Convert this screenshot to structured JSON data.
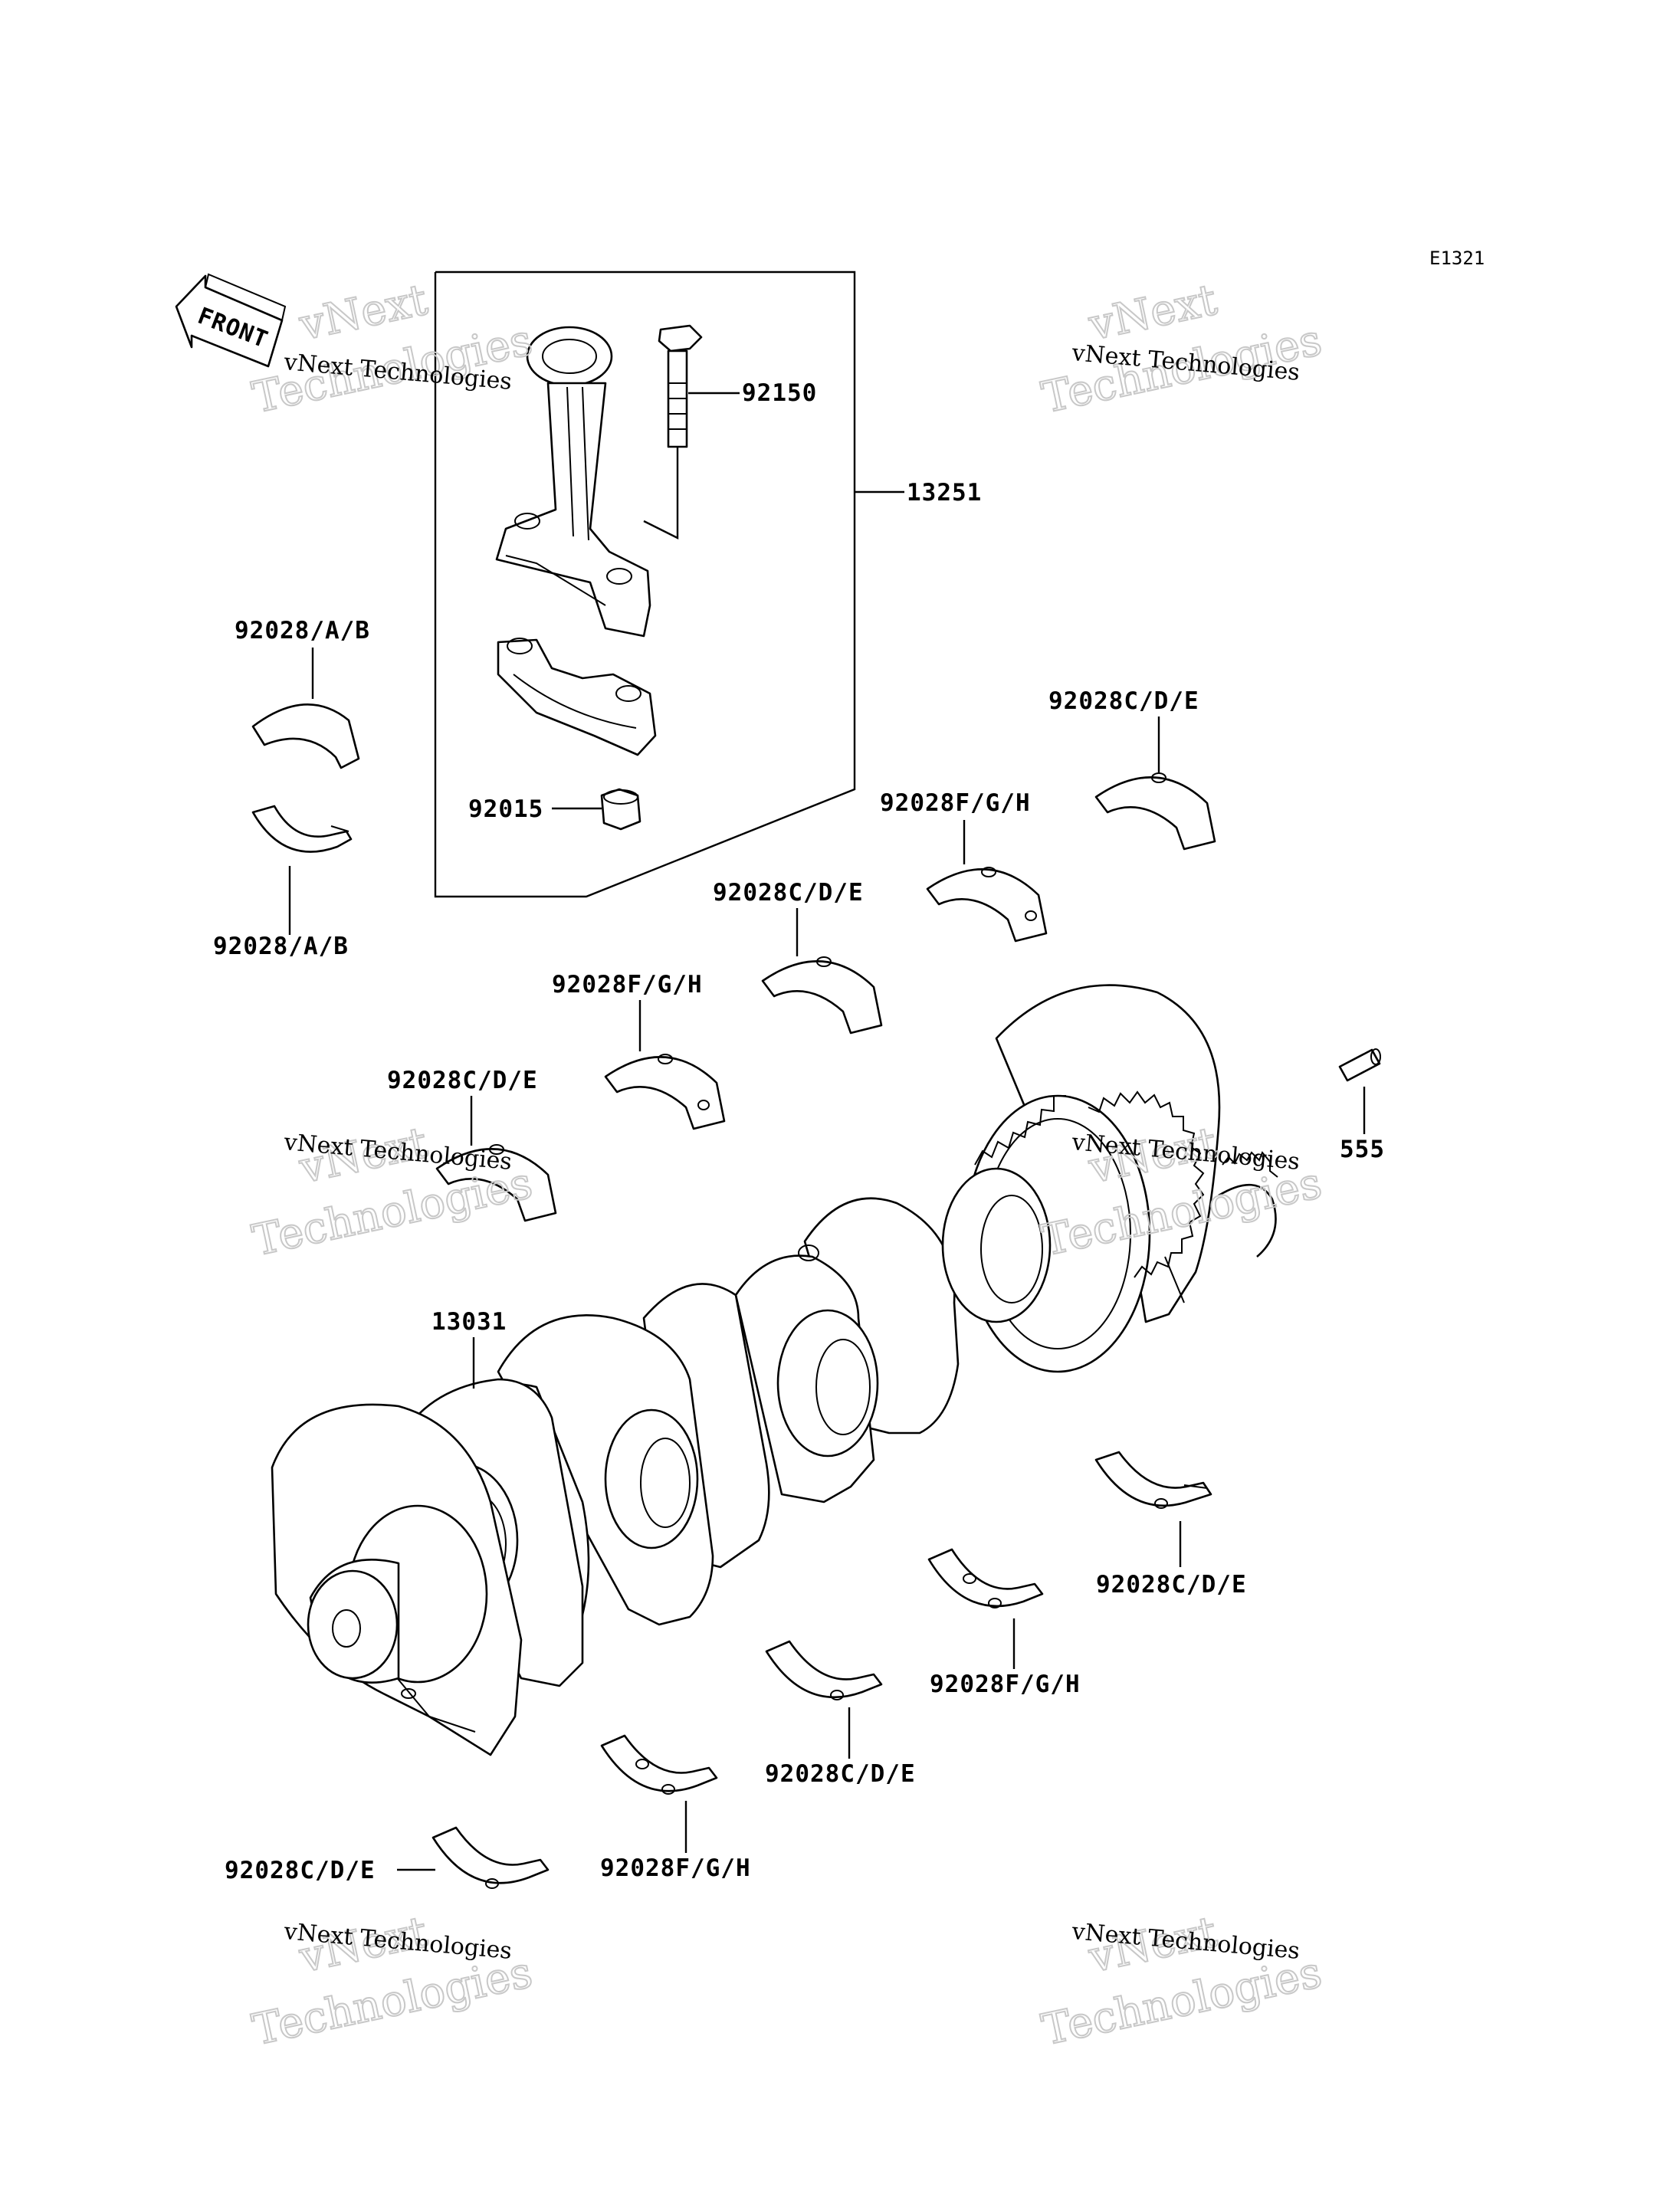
{
  "diagram": {
    "code": "E1321",
    "front_label": "FRONT",
    "watermark": {
      "line1": "vNext Technologies",
      "line2": "Technologies",
      "line3": "vNext"
    },
    "labels": {
      "connecting_rod_assy": "13251",
      "rod_bolt": "92150",
      "rod_nut": "92015",
      "crankshaft": "13031",
      "dowel_pin": "555",
      "rod_bearing_upper": "92028/A/B",
      "rod_bearing_lower": "92028/A/B",
      "main_bearing_c1": "92028C/D/E",
      "main_bearing_f1": "92028F/G/H",
      "main_bearing_c2": "92028C/D/E",
      "main_bearing_f2": "92028F/G/H",
      "main_bearing_c3": "92028C/D/E",
      "lower_bearing_c1": "92028C/D/E",
      "lower_bearing_f1": "92028F/G/H",
      "lower_bearing_c2": "92028C/D/E",
      "lower_bearing_f2": "92028F/G/H",
      "lower_bearing_c3": "92028C/D/E"
    }
  }
}
